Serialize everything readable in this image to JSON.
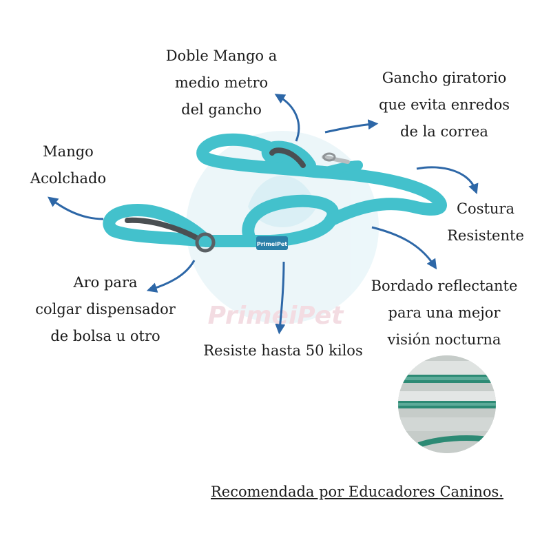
{
  "labels": {
    "doble_mango": [
      "Doble Mango a",
      "medio metro",
      "del gancho"
    ],
    "gancho": [
      "Gancho giratorio",
      "que evita enredos",
      "de la correa"
    ],
    "mango_acolchado": [
      "Mango",
      "Acolchado"
    ],
    "costura": [
      "Costura",
      "Resistente"
    ],
    "aro": [
      "Aro para",
      "colgar dispensador",
      "de bolsa u otro"
    ],
    "bordado": [
      "Bordado reflectante",
      "para una mejor",
      "visión nocturna"
    ],
    "resiste": "Resiste hasta 50 kilos"
  },
  "tag_text": "PrimeiPet",
  "watermark": "PrimeiPet",
  "footer": "Recomendada por Educadores Caninos.",
  "colors": {
    "leash": "#43c1cc",
    "leash_dark": "#2a9ea9",
    "padding": "#4a4f52",
    "arrow": "#2d67a7",
    "watermark": "#e3f3f7",
    "inset_stripe": "#2c8a74"
  }
}
